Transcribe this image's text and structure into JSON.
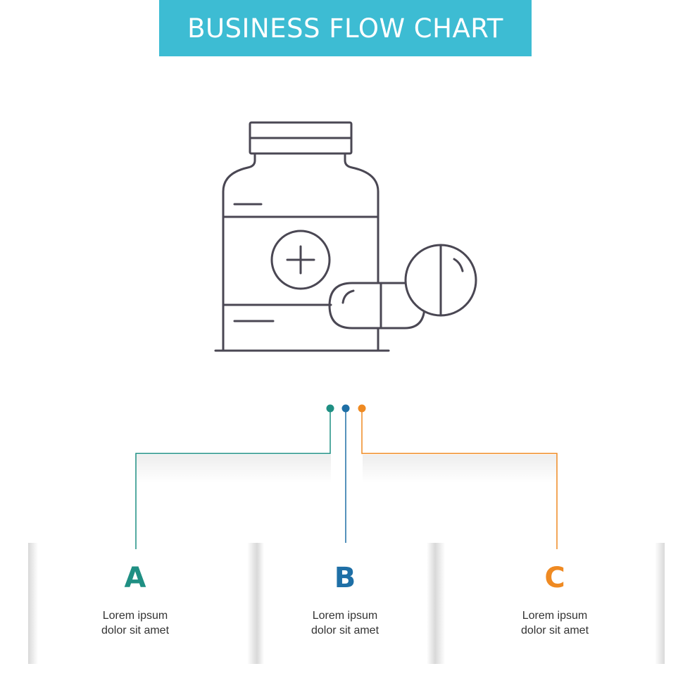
{
  "title": "BUSINESS FLOW CHART",
  "colors": {
    "banner": "#3dbcd3",
    "icon_stroke": "#4a4753",
    "a": "#1f8f83",
    "b": "#1e6fa6",
    "c": "#ef8a22"
  },
  "icon": "medicine-bottle-pills-icon",
  "steps": [
    {
      "letter": "A",
      "line1": "Lorem ipsum",
      "line2": "dolor sit amet"
    },
    {
      "letter": "B",
      "line1": "Lorem ipsum",
      "line2": "dolor sit amet"
    },
    {
      "letter": "C",
      "line1": "Lorem ipsum",
      "line2": "dolor sit amet"
    }
  ]
}
